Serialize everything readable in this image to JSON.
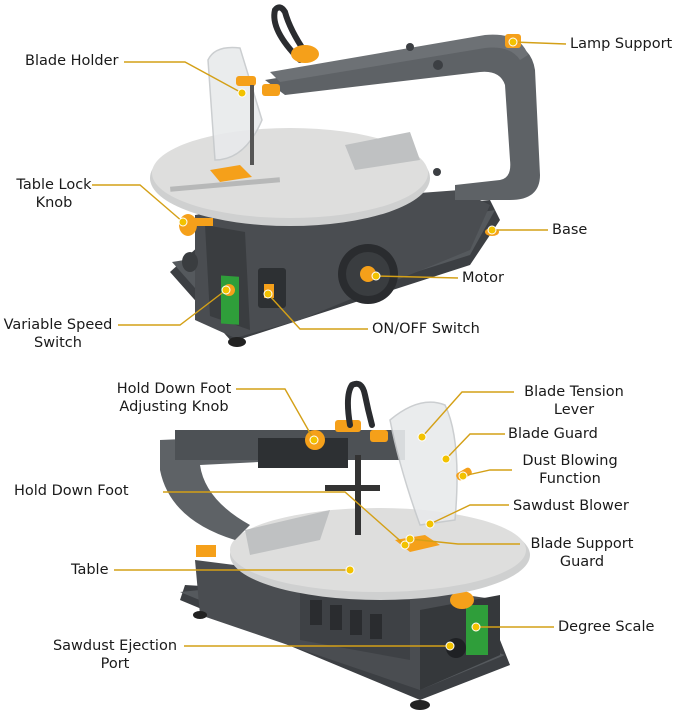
{
  "colors": {
    "leader": "#d4a017",
    "dot": "#f2c200",
    "body": "#5e6266",
    "body_dark": "#3c3f43",
    "table": "#d9d9d9",
    "accent": "#f5a01a",
    "green": "#2f9e3a"
  },
  "top_labels": {
    "blade_holder": "Blade Holder",
    "lamp_support": "Lamp Support",
    "table_lock_knob": "Table Lock\nKnob",
    "base": "Base",
    "motor": "Motor",
    "variable_speed_switch": "Variable Speed\nSwitch",
    "on_off_switch": "ON/OFF Switch"
  },
  "bottom_labels": {
    "hold_down_foot_adjusting_knob": "Hold Down Foot\nAdjusting Knob",
    "blade_tension_lever": "Blade Tension\nLever",
    "blade_guard": "Blade Guard",
    "dust_blowing_function": "Dust Blowing\nFunction",
    "hold_down_foot": "Hold Down Foot",
    "sawdust_blower": "Sawdust Blower",
    "blade_support_guard": "Blade Support\nGuard",
    "table": "Table",
    "degree_scale": "Degree Scale",
    "sawdust_ejection_port": "Sawdust Ejection\nPort"
  }
}
